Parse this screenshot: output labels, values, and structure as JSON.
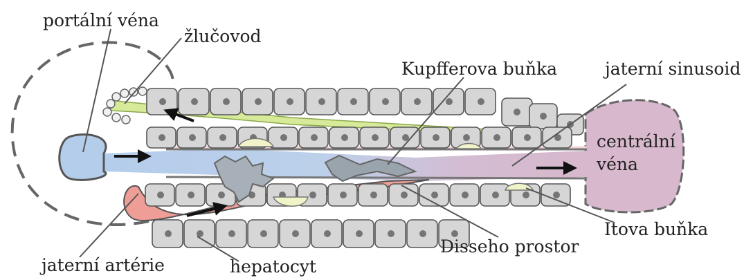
{
  "labels": {
    "portal_vein": "portální véna",
    "bile_duct": "žlučovod",
    "kupffer_cell": "Kupfferova buňka",
    "sinusoid": "jaterní sinusoid",
    "central_vein_line1": "centrální",
    "central_vein_line2": "véna",
    "ito_cell": "Itova buňka",
    "disse_space": "Disseho prostor",
    "hepatic_artery": "jaterní artérie",
    "hepatocyte": "hepatocyt"
  },
  "colors": {
    "portal_blood": "#b4cdeb",
    "bile": "#d7ea9a",
    "artery": "#ef9e97",
    "central_vein": "#d7b8cc",
    "sinusoid_mix": "#cfc2e0",
    "hepatocyte": "#d6d6d6",
    "nucleus": "#757575",
    "kupffer": "#9aa4ad",
    "outline": "#555555",
    "disse": "#f4d4d4"
  }
}
